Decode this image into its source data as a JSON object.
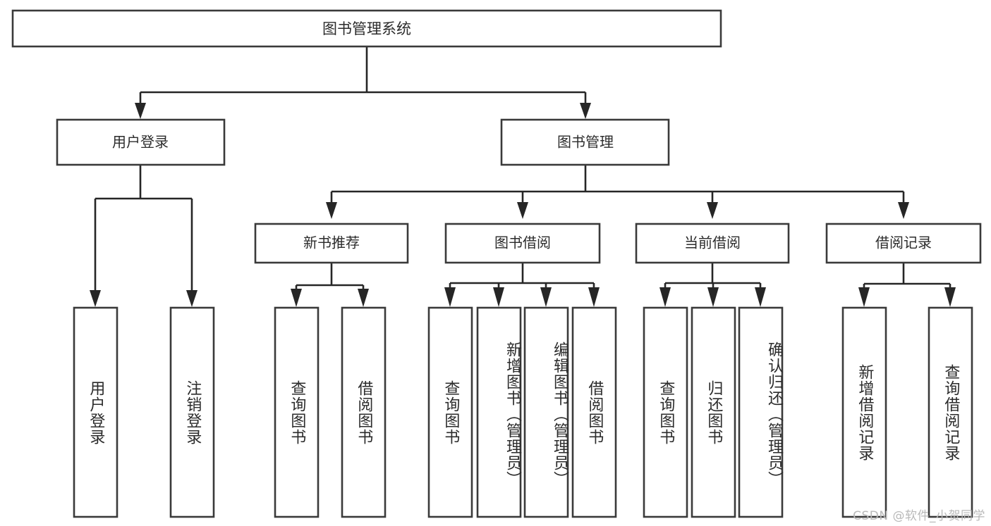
{
  "diagram": {
    "type": "tree-hierarchy",
    "title": "图书管理系统",
    "watermark": "CSDN @软件_小贺同学",
    "colors": {
      "background": "#ffffff",
      "box_border": "#3a3a3a",
      "connector": "#262626",
      "text": "#2b2b2b",
      "watermark": "#b9b9b9"
    },
    "root": {
      "label": "图书管理系统"
    },
    "level2": [
      {
        "id": "user-login",
        "label": "用户登录"
      },
      {
        "id": "book-manage",
        "label": "图书管理"
      }
    ],
    "level3": [
      {
        "id": "new-book-recommend",
        "label": "新书推荐",
        "parent": "book-manage"
      },
      {
        "id": "book-borrow",
        "label": "图书借阅",
        "parent": "book-manage"
      },
      {
        "id": "current-borrow",
        "label": "当前借阅",
        "parent": "book-manage"
      },
      {
        "id": "borrow-record",
        "label": "借阅记录",
        "parent": "book-manage"
      }
    ],
    "leaves": {
      "user-login": [
        {
          "id": "leaf-user-login",
          "label": "用户登录"
        },
        {
          "id": "leaf-user-logout",
          "label": "注销登录"
        }
      ],
      "new-book-recommend": [
        {
          "id": "leaf-query-book-1",
          "label": "查询图书"
        },
        {
          "id": "leaf-borrow-book-1",
          "label": "借阅图书"
        }
      ],
      "book-borrow": [
        {
          "id": "leaf-query-book-2",
          "label": "查询图书"
        },
        {
          "id": "leaf-add-book",
          "label": "新增图书（管理员）"
        },
        {
          "id": "leaf-edit-book",
          "label": "编辑图书（管理员）"
        },
        {
          "id": "leaf-borrow-book-2",
          "label": "借阅图书"
        }
      ],
      "current-borrow": [
        {
          "id": "leaf-query-book-3",
          "label": "查询图书"
        },
        {
          "id": "leaf-return-book",
          "label": "归还图书"
        },
        {
          "id": "leaf-confirm-return",
          "label": "确认归还（管理员）"
        }
      ],
      "borrow-record": [
        {
          "id": "leaf-add-record",
          "label": "新增借阅记录"
        },
        {
          "id": "leaf-query-record",
          "label": "查询借阅记录"
        }
      ]
    }
  }
}
